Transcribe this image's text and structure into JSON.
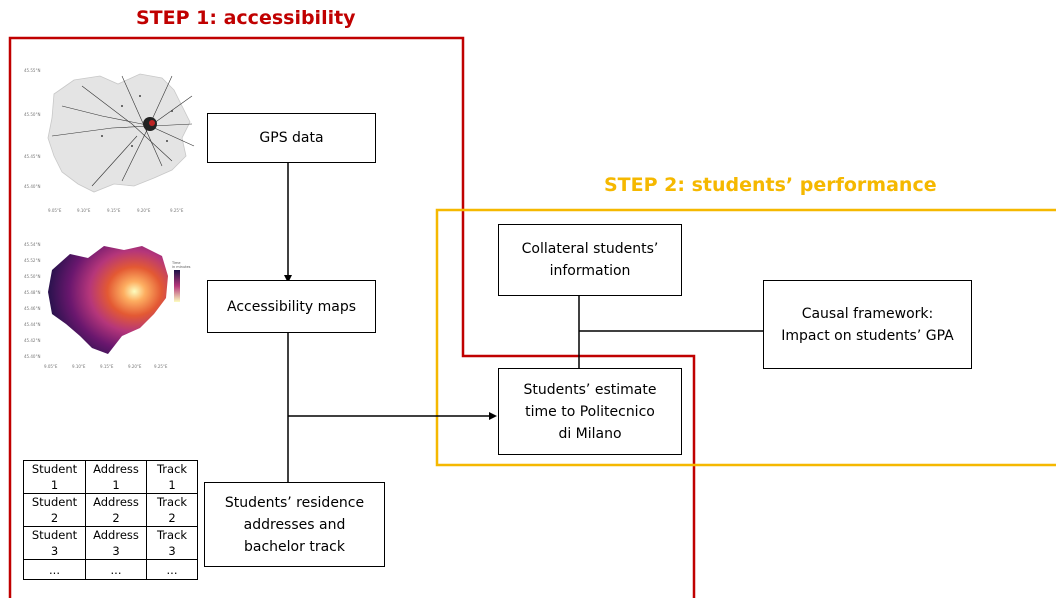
{
  "step1": {
    "title": "STEP 1: accessibility",
    "color": "#c00000"
  },
  "step2": {
    "title": "STEP 2: students’ performance",
    "color": "#f5b800"
  },
  "boxes": {
    "gps": "GPS data",
    "accessibility_maps": "Accessibility maps",
    "residence": "Students’ residence\naddresses and\nbachelor track",
    "collateral": "Collateral students’\ninformation",
    "estimate": "Students’ estimate\ntime to Politecnico\ndi Milano",
    "causal": "Causal framework:\nImpact on students’ GPA"
  },
  "table": {
    "rows": [
      [
        "Student\n1",
        "Address\n1",
        "Track\n1"
      ],
      [
        "Student\n2",
        "Address\n2",
        "Track\n2"
      ],
      [
        "Student\n3",
        "Address\n3",
        "Track\n3"
      ],
      [
        "...",
        "...",
        "..."
      ]
    ]
  },
  "maps": {
    "gps_map_icon": "gps-trace-map",
    "heatmap_icon": "travel-time-heatmap"
  }
}
